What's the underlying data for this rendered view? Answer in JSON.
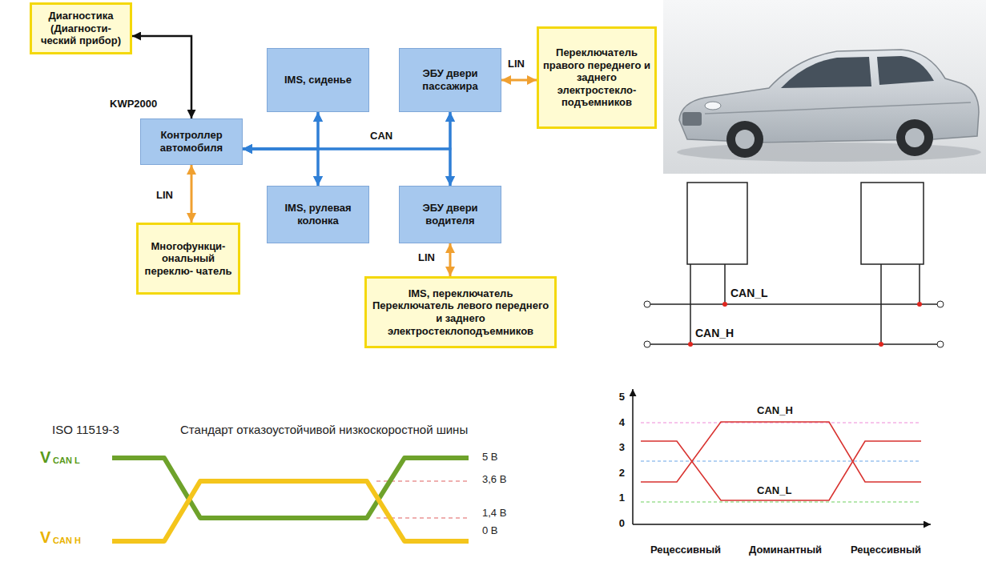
{
  "diagram": {
    "nodes": [
      {
        "text": [
          "Диагностика (Диагности- ческий прибор)"
        ]
      },
      {
        "text": [
          "Контроллер автомобиля"
        ]
      },
      {
        "text": [
          "IMS, сиденье"
        ]
      },
      {
        "text": [
          "ЭБУ двери пассажира"
        ]
      },
      {
        "text": [
          "Переключатель правого переднего и заднего электростекло- подъемников"
        ]
      },
      {
        "text": [
          "IMS, рулевая колонка"
        ]
      },
      {
        "text": [
          "ЭБУ двери водителя"
        ]
      },
      {
        "text": [
          "Многофункци- ональный переклю- чатель"
        ]
      },
      {
        "text": [
          "IMS, переключатель Переключатель левого переднего и заднего электростеклоподъемников"
        ]
      }
    ],
    "edges": [
      {
        "from": 0,
        "to": 1,
        "arrow": "both",
        "label": "KWP2000"
      },
      {
        "from": 1,
        "to": 2,
        "arrow": "both"
      },
      {
        "from": 1,
        "to": 5,
        "arrow": "both"
      },
      {
        "from": 1,
        "to": 3,
        "arrow": "both",
        "label": "CAN"
      },
      {
        "from": 1,
        "to": 6,
        "arrow": "both"
      },
      {
        "from": 2,
        "to": 5,
        "arrow": "both"
      },
      {
        "from": 3,
        "to": 6,
        "arrow": "both"
      },
      {
        "from": 3,
        "to": 4,
        "arrow": "both",
        "label": "LIN"
      },
      {
        "from": 1,
        "to": 7,
        "arrow": "both",
        "label": "LIN"
      },
      {
        "from": 6,
        "to": 8,
        "arrow": "both",
        "label": "LIN"
      }
    ],
    "labels": [
      "CAN_L",
      "CAN_H",
      "5",
      "4",
      "3",
      "2",
      "1",
      "0",
      "CAN_H",
      "CAN_L",
      "Рецессивный",
      "Доминантный",
      "Рецессивный",
      "ISO 11519-3",
      "Стандарт отказоустойчивой низкоскоростной шины",
      "V",
      "CAN L",
      "V",
      "CAN H",
      "5 В",
      "3,6 В",
      "1,4 В",
      "0 В"
    ]
  }
}
